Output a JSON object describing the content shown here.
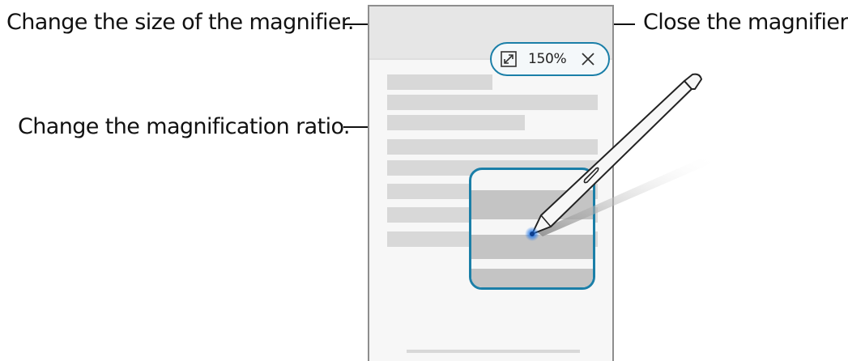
{
  "callouts": {
    "resize": "Change the size of the magnifier.",
    "ratio": "Change the magnification ratio.",
    "close": "Close the magnifier."
  },
  "magnifier": {
    "zoom_label": "150%",
    "resize_icon": "resize-icon",
    "close_icon": "close-icon",
    "accent_color": "#1b7fa8"
  },
  "pen": {
    "icon": "s-pen-icon",
    "tip_color": "#1a73e8"
  }
}
